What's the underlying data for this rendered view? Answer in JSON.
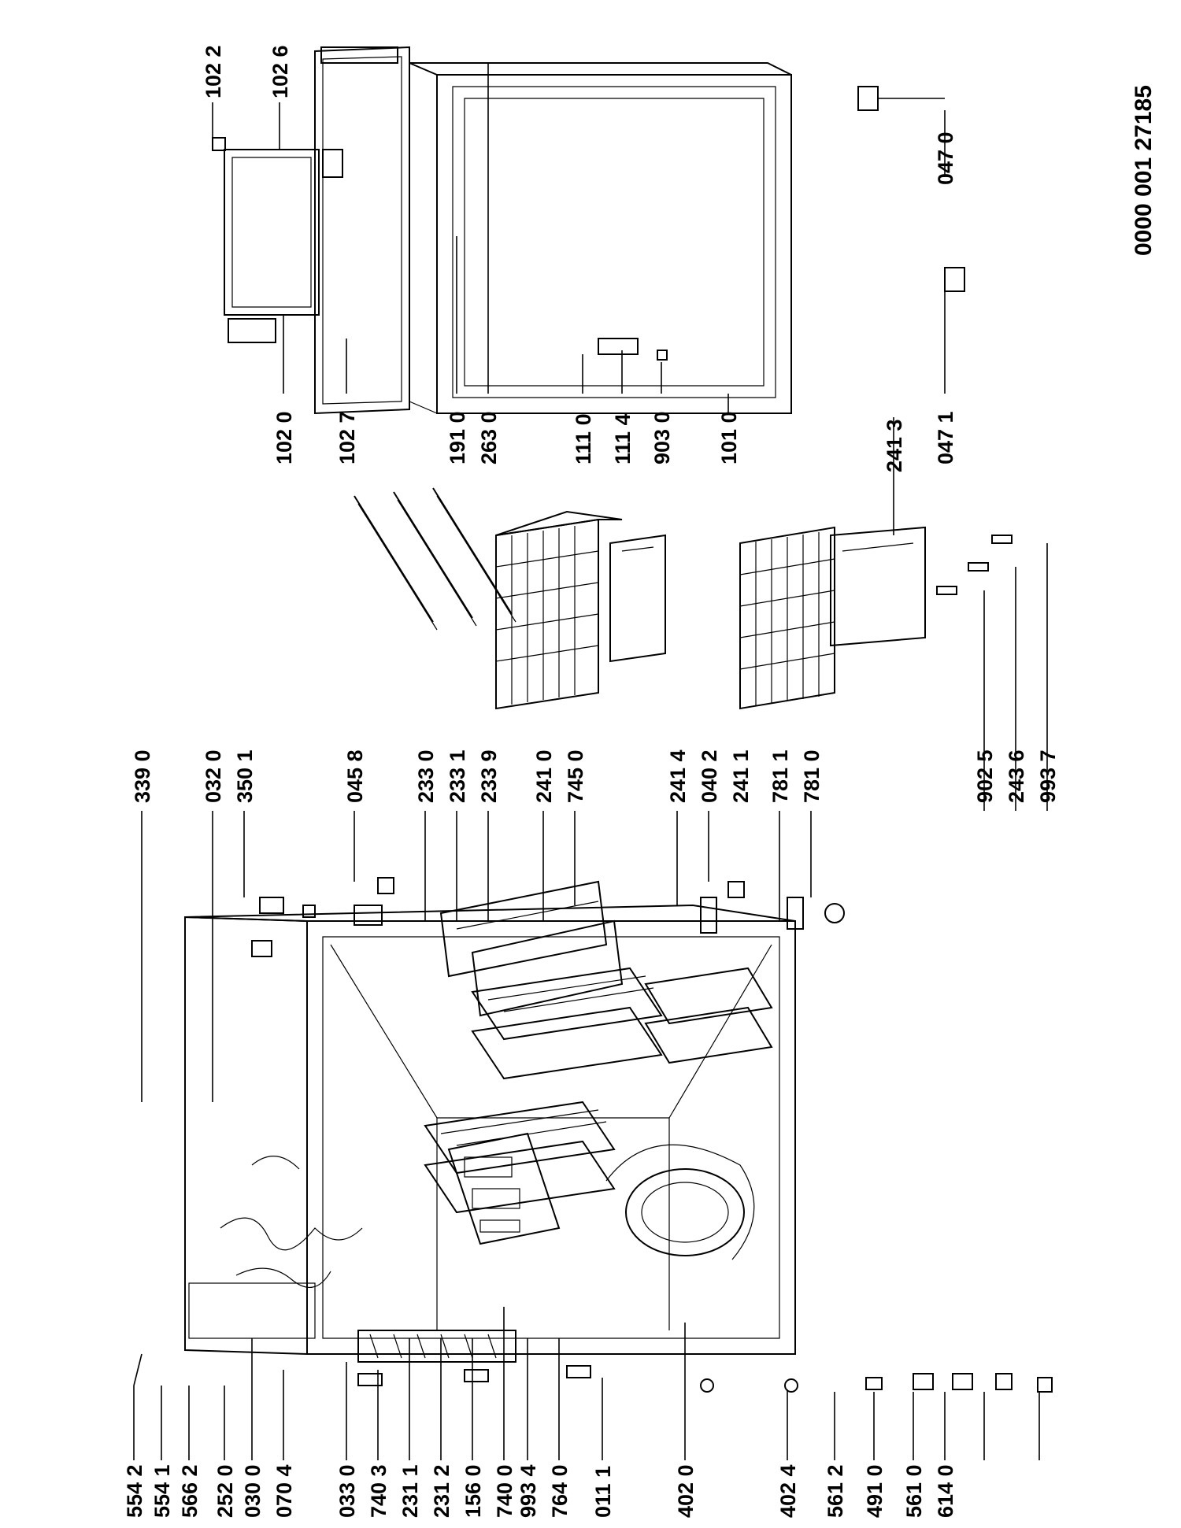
{
  "document": {
    "number": "0000 001 27185"
  },
  "parts": {
    "p554_2": "554 2",
    "p554_1": "554 1",
    "p566_2": "566 2",
    "p252_0": "252 0",
    "p030_0": "030 0",
    "p070_4": "070 4",
    "p033_0": "033 0",
    "p740_3": "740 3",
    "p231_1": "231 1",
    "p231_2": "231 2",
    "p156_0": "156 0",
    "p740_0": "740 0",
    "p993_4": "993 4",
    "p764_0": "764 0",
    "p011_1": "011 1",
    "p402_0": "402 0",
    "p402_4": "402 4",
    "p561_2": "561 2",
    "p491_0": "491 0",
    "p561_0": "561 0",
    "p614_0": "614 0",
    "p339_0": "339 0",
    "p032_0": "032 0",
    "p350_1": "350 1",
    "p045_8": "045 8",
    "p233_0": "233 0",
    "p233_1": "233 1",
    "p233_9": "233 9",
    "p241_0": "241 0",
    "p745_0": "745 0",
    "p241_4": "241 4",
    "p040_2": "040 2",
    "p241_1": "241 1",
    "p781_1": "781 1",
    "p781_0": "781 0",
    "p902_5": "902 5",
    "p243_6": "243 6",
    "p993_7": "993 7",
    "p102_2": "102 2",
    "p102_6": "102 6",
    "p102_0": "102 0",
    "p102_7": "102 7",
    "p191_0": "191 0",
    "p263_0": "263 0",
    "p111_0": "111 0",
    "p111_4": "111 4",
    "p903_0": "903 0",
    "p101_0": "101 0",
    "p241_3": "241 3",
    "p047_1": "047 1",
    "p047_0": "047 0"
  }
}
